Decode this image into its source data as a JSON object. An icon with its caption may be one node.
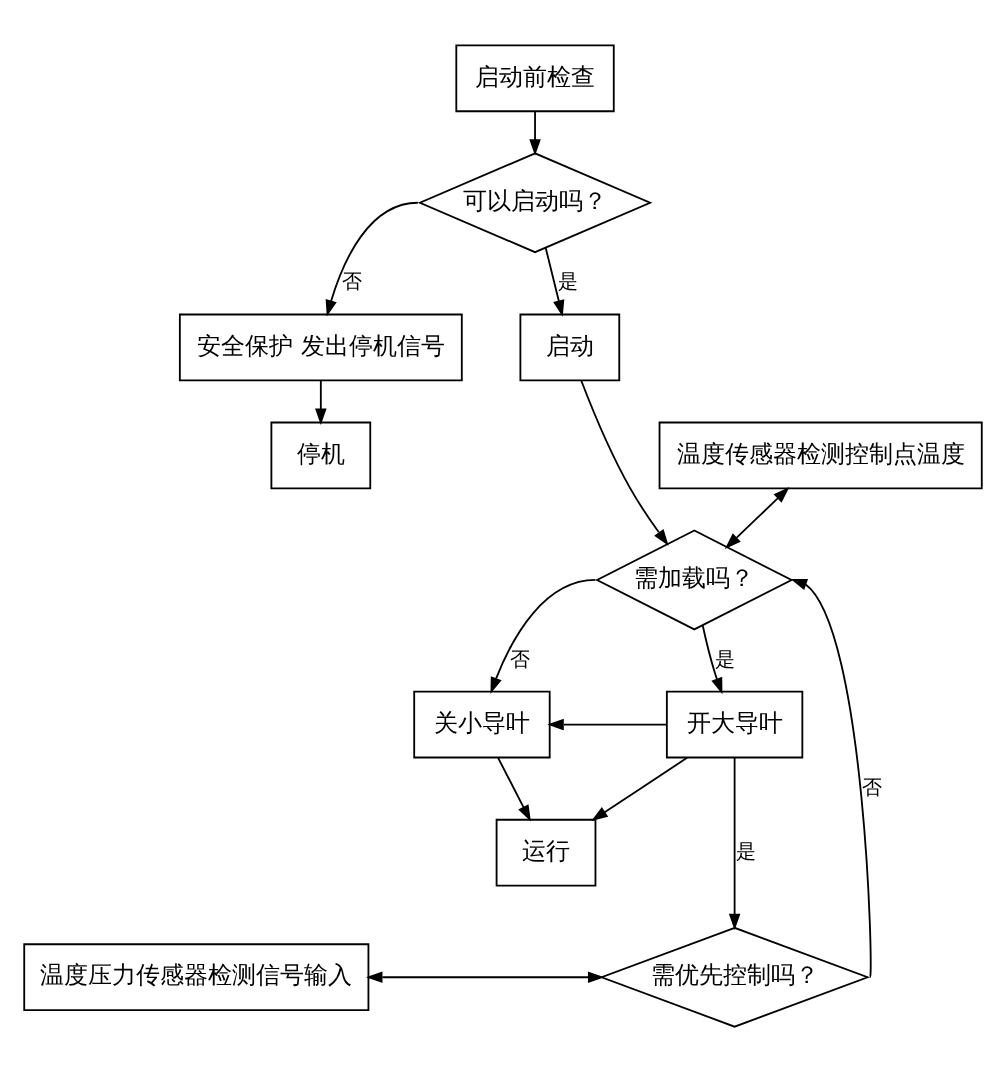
{
  "diagram": {
    "nodes": [
      {
        "text": [
          "启动前检查"
        ]
      },
      {
        "text": [
          "可以启动吗？"
        ]
      },
      {
        "text": [
          "安全保护 发出停机信号"
        ]
      },
      {
        "text": [
          "停机"
        ]
      },
      {
        "text": [
          "启动"
        ]
      },
      {
        "text": [
          "温度传感器检测控制点温度"
        ]
      },
      {
        "text": [
          "需加载吗？"
        ]
      },
      {
        "text": [
          "关小导叶"
        ]
      },
      {
        "text": [
          "运行"
        ]
      },
      {
        "text": [
          "开大导叶"
        ]
      },
      {
        "text": [
          "温度压力传感器检测信号输入"
        ]
      },
      {
        "text": [
          "需优先控制吗？"
        ]
      }
    ],
    "edges": [
      {
        "from": 0,
        "to": 1,
        "arrow": "to"
      },
      {
        "from": 1,
        "to": 2,
        "arrow": "to",
        "label": "否"
      },
      {
        "from": 2,
        "to": 3,
        "arrow": "to"
      },
      {
        "from": 1,
        "to": 4,
        "arrow": "to",
        "label": "是"
      },
      {
        "from": 4,
        "to": 6,
        "arrow": "to"
      },
      {
        "from": 5,
        "to": 6,
        "arrow": "both"
      },
      {
        "from": 6,
        "to": 7,
        "arrow": "to",
        "label": "否"
      },
      {
        "from": 6,
        "to": 9,
        "arrow": "to",
        "label": "是"
      },
      {
        "from": 7,
        "to": 8,
        "arrow": "to"
      },
      {
        "from": 9,
        "to": 8,
        "arrow": "to"
      },
      {
        "from": 9,
        "to": 7,
        "arrow": "to"
      },
      {
        "from": 9,
        "to": 11,
        "arrow": "to",
        "label": "是"
      },
      {
        "from": 10,
        "to": 11,
        "arrow": "both"
      },
      {
        "from": 11,
        "to": 6,
        "arrow": "to",
        "label": "否"
      }
    ]
  }
}
